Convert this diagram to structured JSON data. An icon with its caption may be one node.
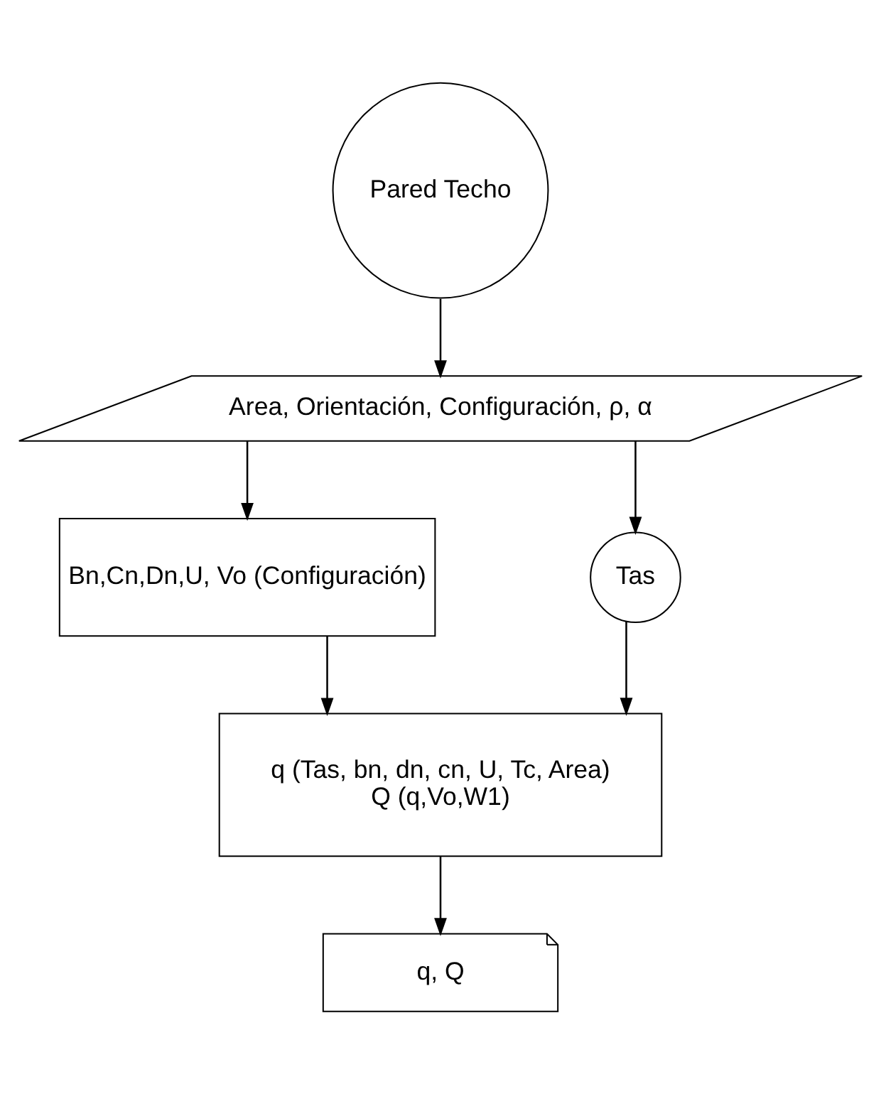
{
  "diagram": {
    "nodes": [
      {
        "text": [
          "Pared Techo"
        ]
      },
      {
        "text": [
          "Area, Orientación, Configuración, ρ, α"
        ]
      },
      {
        "text": [
          "Bn,Cn,Dn,U, Vo (Configuración)"
        ]
      },
      {
        "text": [
          "Tas"
        ]
      },
      {
        "text": [
          "q (Tas, bn, dn, cn, U, Tc, Area)",
          "Q (q,Vo,W1)"
        ]
      },
      {
        "text": [
          "q, Q"
        ]
      }
    ],
    "edges": [
      {
        "from": 0,
        "to": 1,
        "arrow": "to"
      },
      {
        "from": 1,
        "to": 2,
        "arrow": "to"
      },
      {
        "from": 1,
        "to": 3,
        "arrow": "to"
      },
      {
        "from": 2,
        "to": 4,
        "arrow": "to"
      },
      {
        "from": 3,
        "to": 4,
        "arrow": "to"
      },
      {
        "from": 4,
        "to": 5,
        "arrow": "to"
      }
    ]
  }
}
